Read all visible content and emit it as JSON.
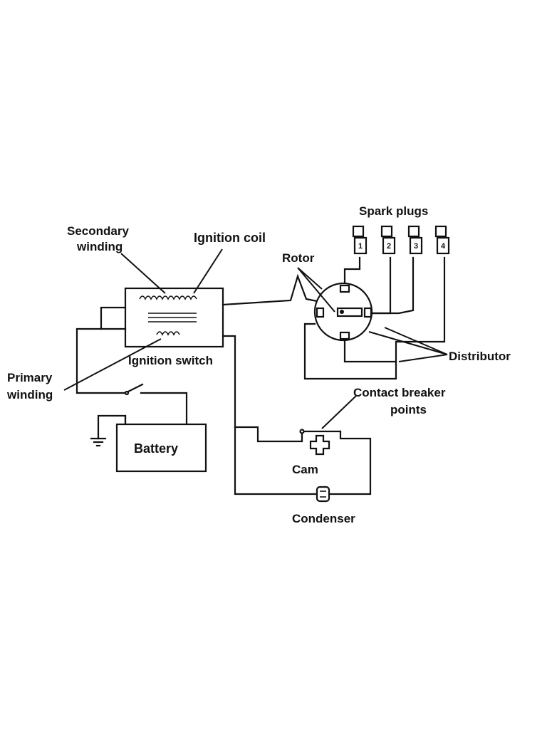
{
  "labels": {
    "spark_plugs": "Spark plugs",
    "secondary_winding_line1": "Secondary",
    "secondary_winding_line2": "winding",
    "ignition_coil": "Ignition coil",
    "rotor": "Rotor",
    "primary_winding_line1": "Primary",
    "primary_winding_line2": "winding",
    "ignition_switch": "Ignition switch",
    "distributor": "Distributor",
    "contact_breaker_line1": "Contact breaker",
    "contact_breaker_line2": "points",
    "battery": "Battery",
    "cam": "Cam",
    "condenser": "Condenser"
  },
  "spark_plug_numbers": [
    "1",
    "2",
    "3",
    "4"
  ]
}
